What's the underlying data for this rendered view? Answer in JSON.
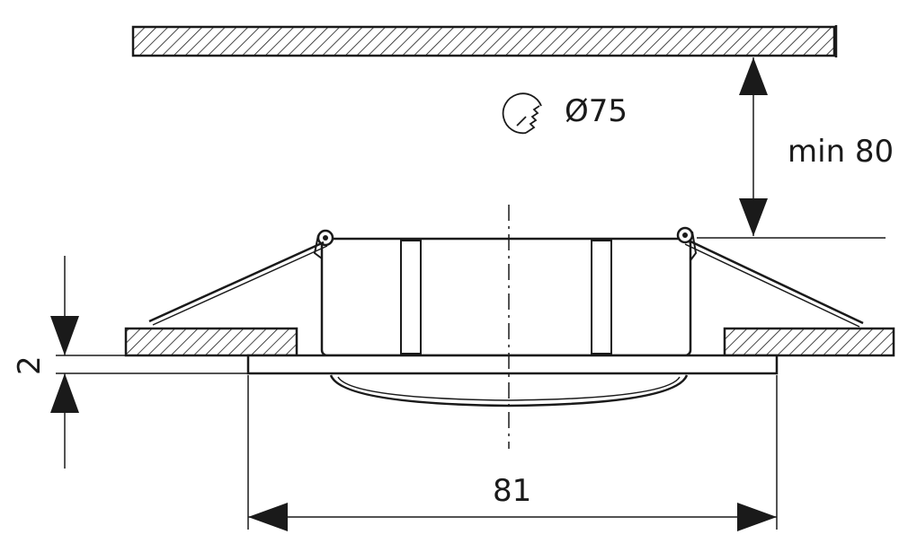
{
  "diagram": {
    "cutout_label": "Ø75",
    "depth_label": "min 80",
    "flange_thickness_label": "2",
    "outer_diameter_label": "81",
    "icons": {
      "hole_saw": "hole-saw-icon"
    },
    "colors": {
      "line": "#1a1a1a",
      "hatch": "#1a1a1a",
      "background": "#ffffff"
    }
  }
}
